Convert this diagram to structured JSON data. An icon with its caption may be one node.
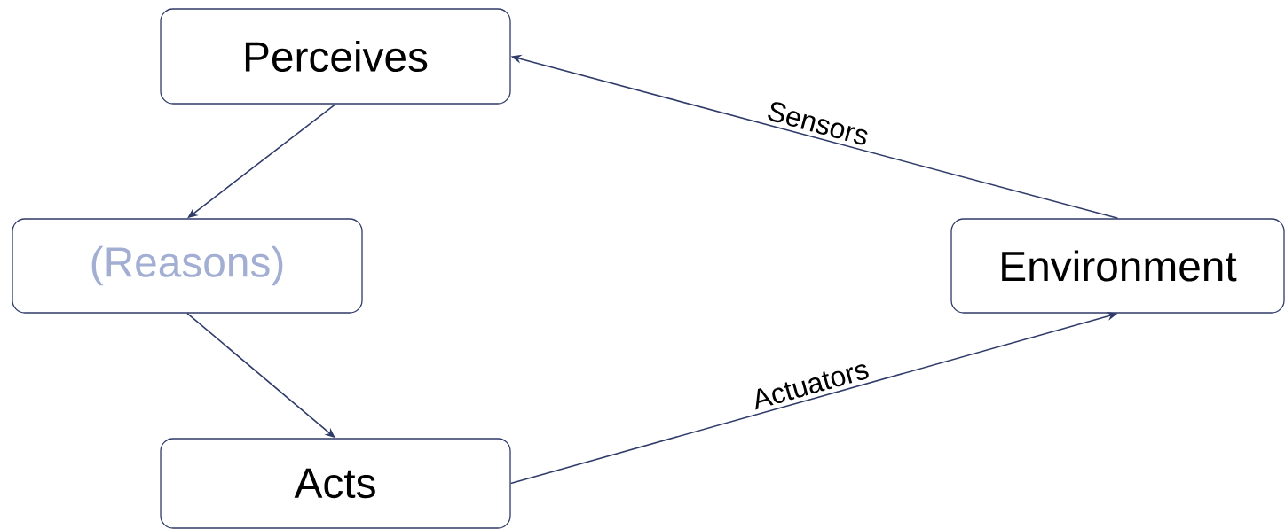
{
  "diagram": {
    "nodes": [
      {
        "text": [
          "Perceives"
        ]
      },
      {
        "text": [
          "(Reasons)"
        ]
      },
      {
        "text": [
          "Acts"
        ]
      },
      {
        "text": [
          "Environment"
        ]
      }
    ],
    "edges": [
      {
        "from": 0,
        "to": 1,
        "arrow": "to"
      },
      {
        "from": 1,
        "to": 2,
        "arrow": "to"
      },
      {
        "from": 3,
        "to": 0,
        "arrow": "to",
        "label": "Sensors"
      },
      {
        "from": 2,
        "to": 3,
        "arrow": "to",
        "label": "Actuators"
      }
    ]
  }
}
